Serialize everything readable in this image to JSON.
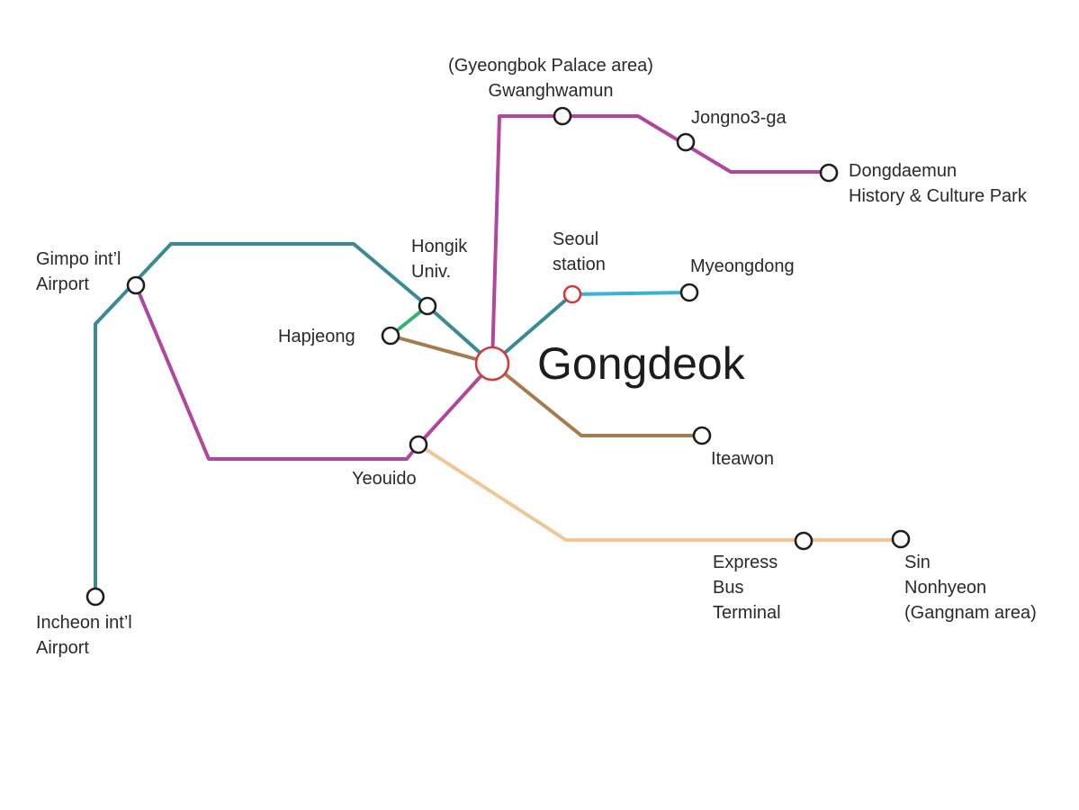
{
  "map": {
    "hub_name": "Gongdeok",
    "lines": {
      "airport": {
        "color": "#3a8a93"
      },
      "line5": {
        "color": "#b0479e"
      },
      "line6": {
        "color": "#a67c4e"
      },
      "line2": {
        "color": "#2fb56a"
      },
      "line4": {
        "color": "#3bb0d8"
      },
      "line9": {
        "color": "#f0c696"
      }
    },
    "stations": {
      "gwanghwamun": {
        "note": "(Gyeongbok Palace area)",
        "name": "Gwanghwamun"
      },
      "jongno3ga": {
        "name": "Jongno3-ga"
      },
      "dongdaemun": {
        "line1": "Dongdaemun",
        "line2": "History & Culture Park"
      },
      "hongik": {
        "line1": "Hongik",
        "line2": "Univ."
      },
      "seoul_station": {
        "line1": "Seoul",
        "line2": "station",
        "color": "#d13b3b"
      },
      "myeongdong": {
        "name": "Myeongdong"
      },
      "gimpo": {
        "line1": "Gimpo int’l",
        "line2": "Airport"
      },
      "hapjeong": {
        "name": "Hapjeong"
      },
      "gongdeok": {
        "name": "Gongdeok",
        "color": "#d13b3b"
      },
      "yeouido": {
        "name": "Yeouido"
      },
      "iteawon": {
        "name": "Iteawon"
      },
      "express_bus": {
        "line1": "Express",
        "line2": "Bus",
        "line3": "Terminal"
      },
      "sin_nonhyeon": {
        "line1": "Sin",
        "line2": "Nonhyeon",
        "line3": "(Gangnam area)"
      },
      "incheon": {
        "line1": "Incheon int’l",
        "line2": "Airport"
      }
    }
  }
}
